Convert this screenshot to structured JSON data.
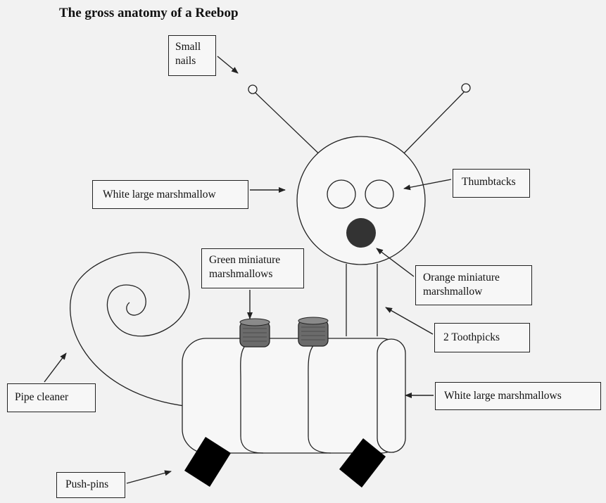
{
  "title": "The gross anatomy of a Reebop",
  "labels": {
    "small_nails": {
      "line1": "Small",
      "line2": "nails"
    },
    "head_marshmallow": "White large marshmallow",
    "thumbtacks": "Thumbtacks",
    "green_marshmallows": {
      "line1": "Green miniature",
      "line2": "marshmallows"
    },
    "orange_marshmallow": {
      "line1": "Orange miniature",
      "line2": "marshmallow"
    },
    "toothpicks": "2 Toothpicks",
    "pipe_cleaner": "Pipe cleaner",
    "body_marshmallows": "White large marshmallows",
    "push_pins": "Push-pins"
  },
  "colors": {
    "line": "#222222",
    "mouth": "#333333",
    "green_marshmallow": "#6b6b6b",
    "push_pin": "#000000"
  }
}
